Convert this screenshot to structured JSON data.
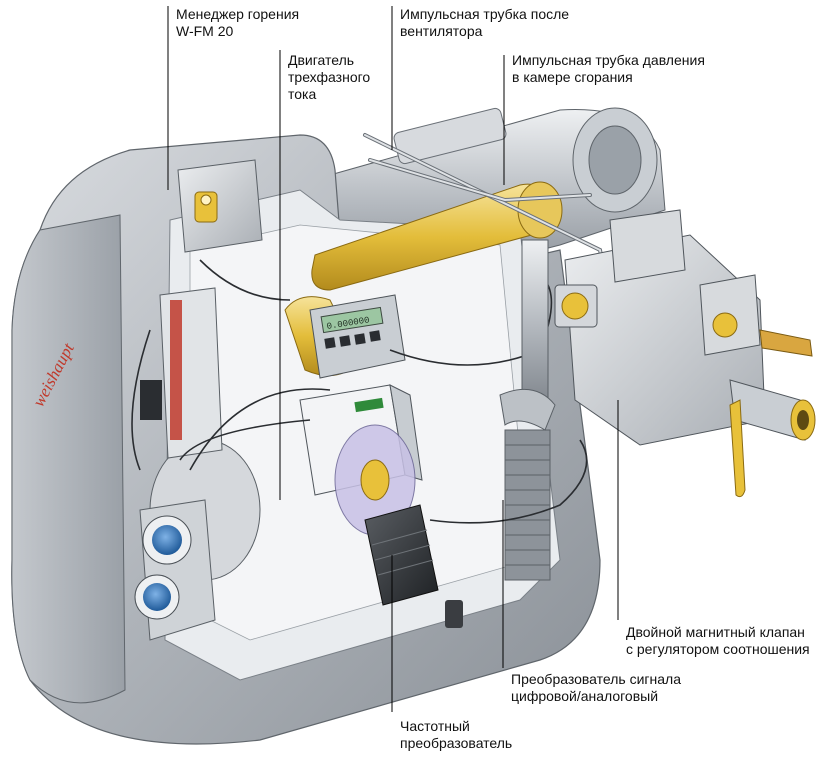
{
  "labels": {
    "combustion_manager": "Менеджер горения\nW-FM 20",
    "three_phase_motor": "Двигатель\nтрехфазного\nтока",
    "impulse_tube_after_fan": "Импульсная трубка после\nвентилятора",
    "impulse_tube_combustion_chamber": "Импульсная трубка  давления\nв камере сгорания",
    "double_solenoid_valve": "Двойной магнитный клапан\nс  регулятором соотношения",
    "signal_converter": "Преобразователь сигнала\nцифровой/аналоговый",
    "frequency_converter": "Частотный\nпреобразователь"
  },
  "brand": "weishaupt",
  "display": {
    "readout": "0.000000"
  },
  "colors": {
    "housing": "#b8bcc2",
    "accent_red": "#c0392b",
    "flame_yellow": "#e8c13a",
    "dial_blue": "#2a6fb5",
    "leader_line": "#000000"
  }
}
